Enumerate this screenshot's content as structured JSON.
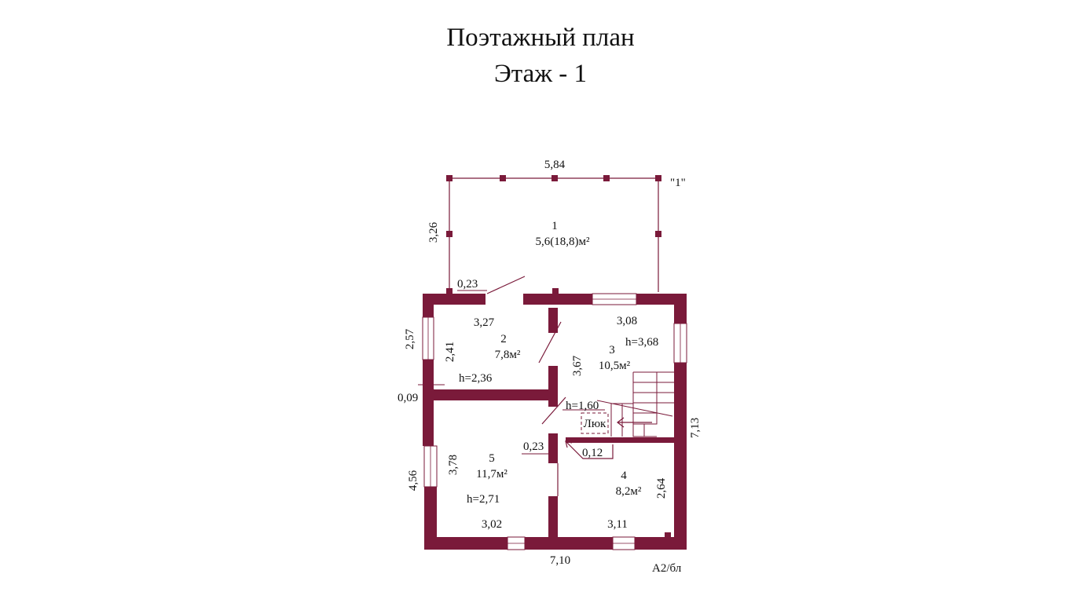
{
  "title": "Поэтажный план",
  "floor": "Этаж - 1",
  "colors": {
    "wall": "#7a1a3a",
    "line": "#7a1a3a",
    "text": "#111111"
  },
  "marker": "\"1\"",
  "corner_code": "А2/бл",
  "hatch_label": "Люк",
  "rooms": [
    {
      "number": "1",
      "area": "5,6(18,8)м²"
    },
    {
      "number": "2",
      "area": "7,8м²",
      "height": "h=2,36"
    },
    {
      "number": "3",
      "area": "10,5м²",
      "height": "h=3,68"
    },
    {
      "number": "4",
      "area": "8,2м²"
    },
    {
      "number": "5",
      "area": "11,7м²",
      "height": "h=2,71"
    }
  ],
  "dims": {
    "top_width": "5,84",
    "porch_depth": "3,26",
    "porch_door": "0,23",
    "room2_width": "3,27",
    "room2_depth_outer": "2,57",
    "room2_depth_inner": "2,41",
    "wall_step": "0,09",
    "room3_width": "3,08",
    "room3_depth": "3,67",
    "stair_height": "h=1,60",
    "opening_left": "0,23",
    "opening_right": "0,12",
    "room5_depth_inner": "3,78",
    "room5_depth_outer": "4,56",
    "room5_width": "3,02",
    "room4_width": "3,11",
    "room4_depth": "2,64",
    "right_length": "7,13",
    "bottom_width": "7,10"
  }
}
